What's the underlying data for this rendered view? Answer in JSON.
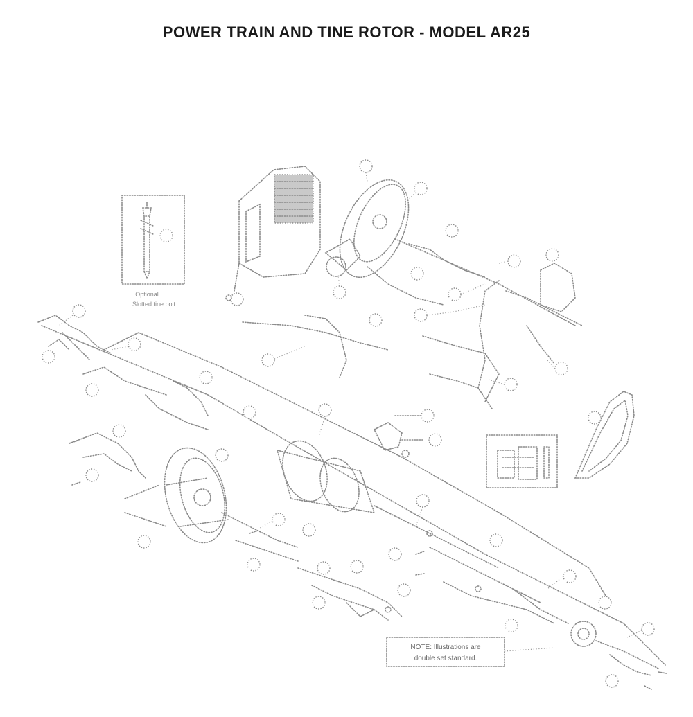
{
  "title": "POWER TRAIN AND TINE ROTOR - MODEL AR25",
  "inset": {
    "caption_line1": "Optional",
    "caption_line2": "Slotted tine bolt"
  },
  "note": {
    "line1": "NOTE: Illustrations are",
    "line2": "double set standard."
  }
}
